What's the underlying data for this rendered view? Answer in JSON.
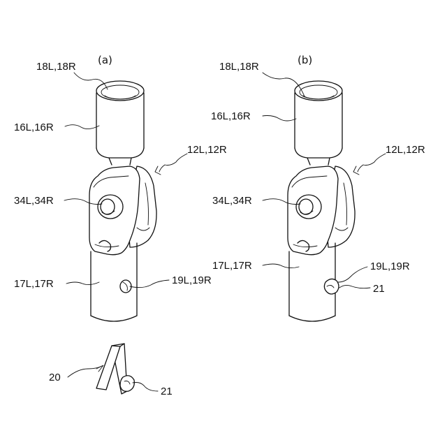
{
  "figure_a": {
    "panel_label": "(a)",
    "labels": {
      "l18": "18L,18R",
      "l16": "16L,16R",
      "l12": "12L,12R",
      "l34": "34L,34R",
      "l17": "17L,17R",
      "l19": "19L,19R",
      "l20": "20",
      "l21": "21"
    }
  },
  "figure_b": {
    "panel_label": "(b)",
    "labels": {
      "l18": "18L,18R",
      "l16": "16L,16R",
      "l12": "12L,12R",
      "l34": "34L,34R",
      "l17": "17L,17R",
      "l19": "19L,19R",
      "l21": "21"
    }
  }
}
